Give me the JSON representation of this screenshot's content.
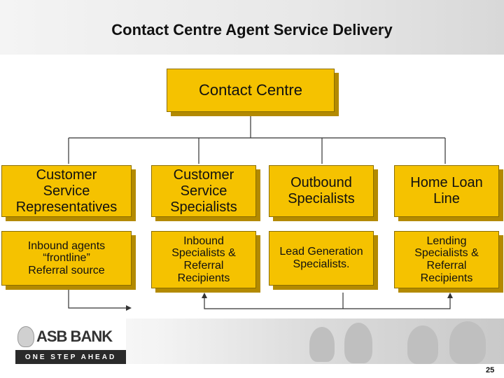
{
  "title": "Contact Centre Agent Service Delivery",
  "root": {
    "label": "Contact Centre"
  },
  "roles": [
    {
      "label": "Customer\nService\nRepresentatives"
    },
    {
      "label": "Customer\nService\nSpecialists"
    },
    {
      "label": "Outbound\nSpecialists"
    },
    {
      "label": "Home Loan\nLine"
    }
  ],
  "details": [
    {
      "label": "Inbound agents\n“frontline”\nReferral source"
    },
    {
      "label": "Inbound\nSpecialists &\nReferral\nRecipients"
    },
    {
      "label": "Lead Generation\nSpecialists."
    },
    {
      "label": "Lending\nSpecialists &\nReferral\nRecipients"
    }
  ],
  "banner": {
    "brand": "ASB BANK",
    "tagline": "ONE STEP AHEAD"
  },
  "page_number": "25",
  "colors": {
    "box_fill": "#f5c200",
    "box_shadow": "#b38a00",
    "connector": "#333333"
  }
}
